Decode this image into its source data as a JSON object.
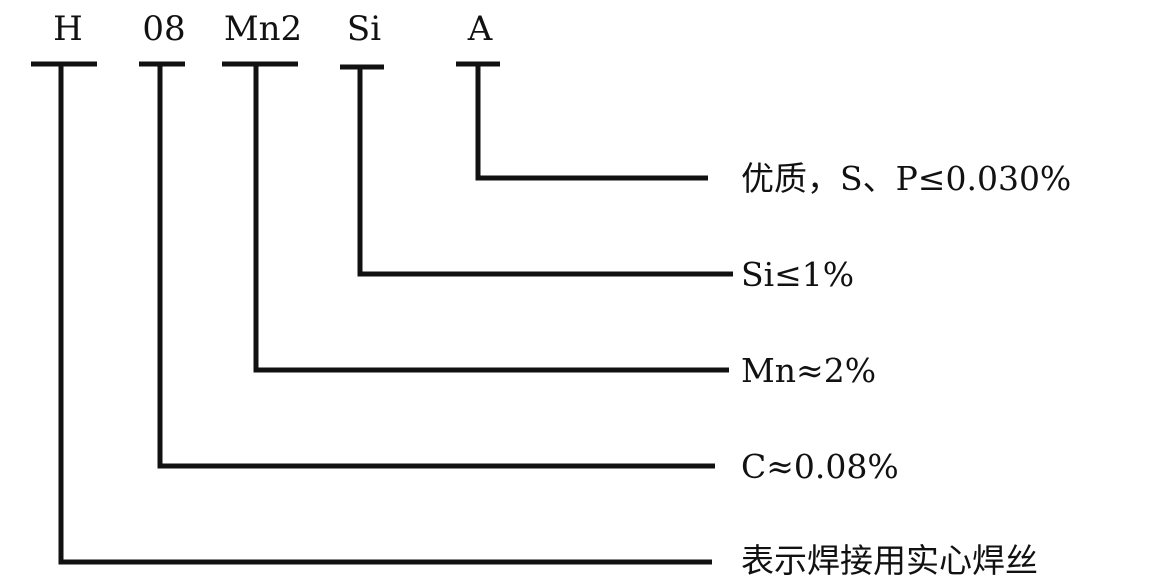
{
  "designation": {
    "codes": [
      {
        "id": "H",
        "text": "H"
      },
      {
        "id": "08",
        "text": "08"
      },
      {
        "id": "Mn2",
        "text": "Mn2"
      },
      {
        "id": "Si",
        "text": "Si"
      },
      {
        "id": "A",
        "text": "A"
      }
    ],
    "descriptions": [
      {
        "for": "A",
        "text": "优质，S、P≤0.030%"
      },
      {
        "for": "Si",
        "text": "Si≤1%"
      },
      {
        "for": "Mn2",
        "text": "Mn≈2%"
      },
      {
        "for": "08",
        "text": "C≈0.08%"
      },
      {
        "for": "H",
        "text": "表示焊接用实心焊丝"
      }
    ]
  }
}
